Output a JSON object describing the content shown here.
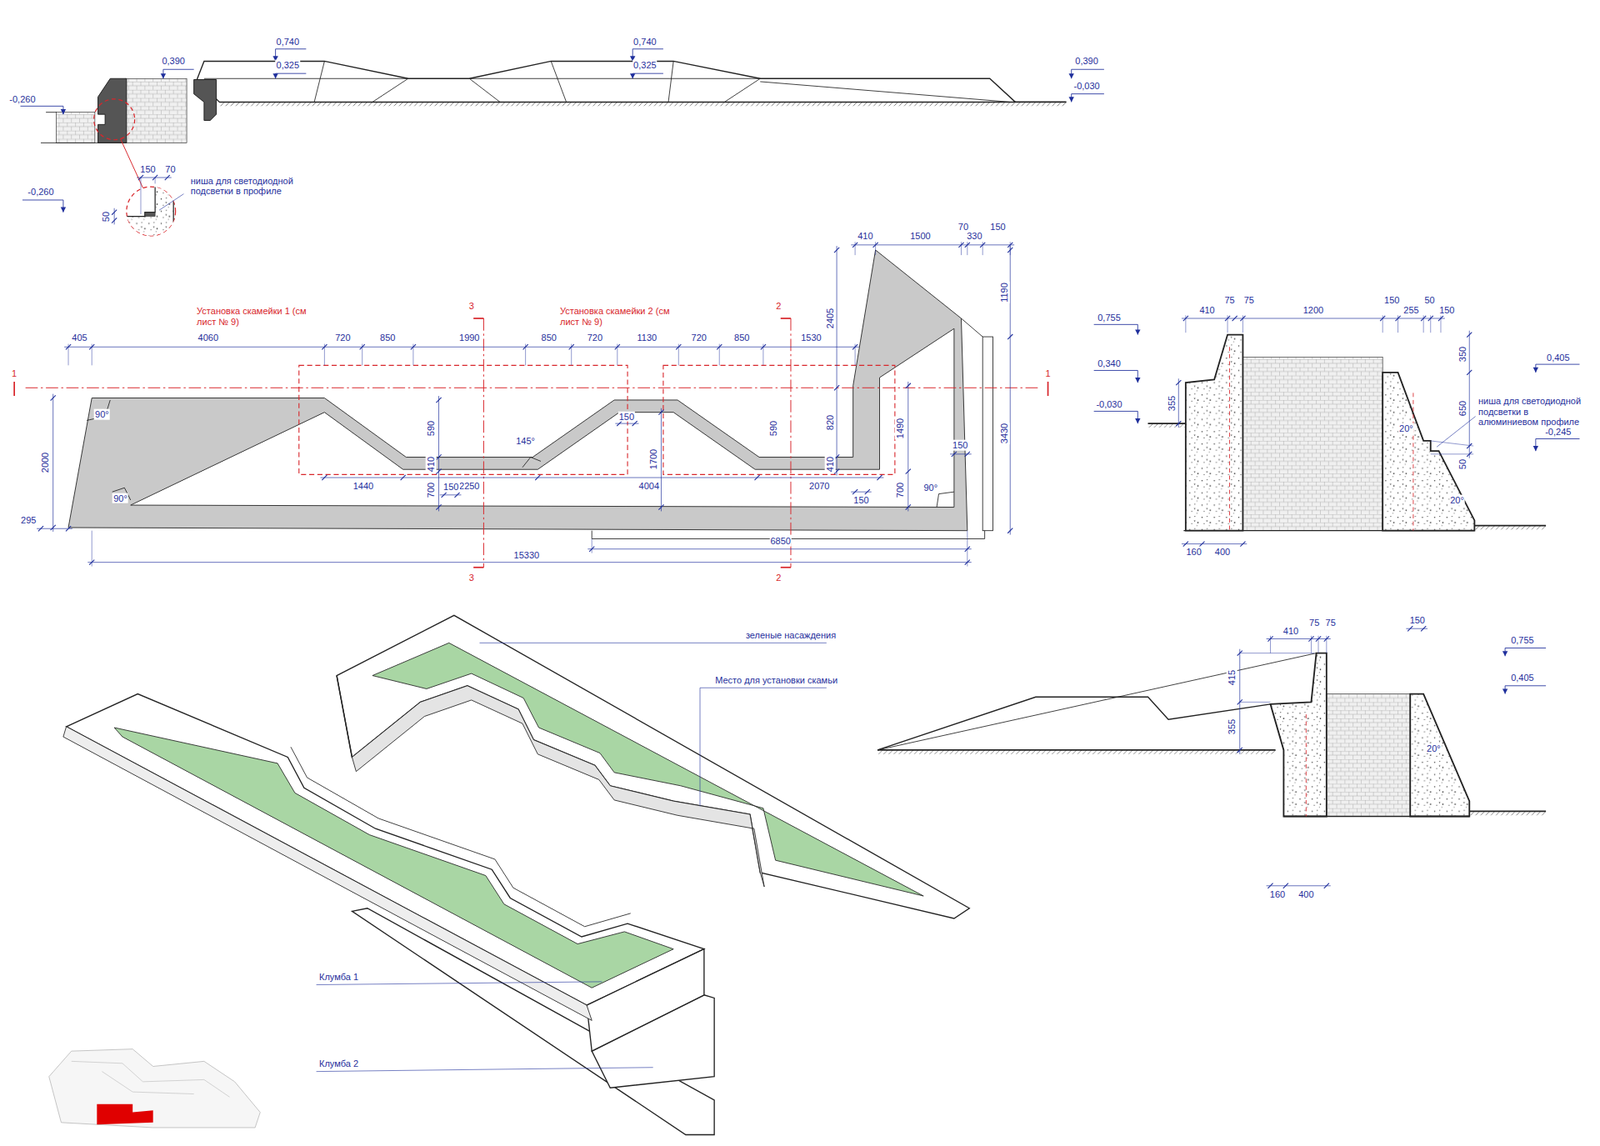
{
  "diagram": {
    "labels": [
      "0,390",
      "-0,260",
      "0,740",
      "0,325",
      "0,740",
      "0,325",
      "0,390",
      "-0,030",
      "150",
      "70",
      "ниша для светодиодной подсветки в профиле",
      "-0,260",
      "50",
      "410",
      "1500",
      "70",
      "330",
      "150",
      "2405",
      "1190",
      "3430",
      "Установка скамейки 1 (см лист № 9)",
      "Установка скамейки 2 (см лист № 9)",
      "3",
      "3",
      "2",
      "2",
      "1",
      "1",
      "405",
      "4060",
      "720",
      "850",
      "1990",
      "850",
      "720",
      "1130",
      "720",
      "850",
      "1530",
      "2000",
      "295",
      "90°",
      "590",
      "410",
      "145°",
      "150",
      "1700",
      "590",
      "820",
      "410",
      "1490",
      "150",
      "1440",
      "2250",
      "4004",
      "2070",
      "700",
      "150",
      "90°",
      "150",
      "700",
      "90°",
      "6850",
      "15330",
      "0,755",
      "0,340",
      "-0,030",
      "355",
      "410",
      "75",
      "75",
      "1200",
      "150",
      "255",
      "50",
      "150",
      "0,405",
      "350",
      "650",
      "ниша для светодиодной подсветки в алюминиевом профиле",
      "-0,245",
      "20°",
      "50",
      "20°",
      "160",
      "400",
      "410",
      "75",
      "75",
      "150",
      "0,755",
      "0,405",
      "415",
      "355",
      "20°",
      "160",
      "400",
      "зеленые насаждения",
      "Место для установки скамьи",
      "Клумба 1",
      "Клумба 2"
    ]
  }
}
